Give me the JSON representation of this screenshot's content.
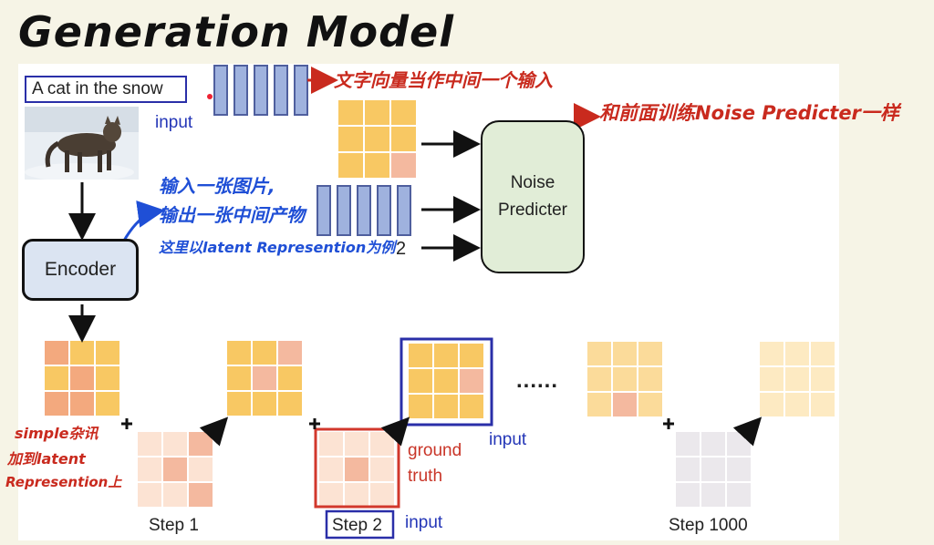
{
  "title": "Generation Model",
  "caption": "A cat in the snow",
  "labels": {
    "input_top": "input",
    "encoder": "Encoder",
    "noise_line1": "Noise",
    "noise_line2": "Predicter",
    "step_num": "2",
    "dots": "......",
    "ground_truth_1": "ground",
    "ground_truth_2": "truth",
    "input_right": "input",
    "step1": "Step 1",
    "step2": "Step 2",
    "input_bottom": "input",
    "step1000": "Step 1000"
  },
  "annotations": {
    "text_vector": "文字向量当作中间一个输入",
    "same_as_before": "和前面训练Noise Predicter一样",
    "enc_line1": "输入一张图片,",
    "enc_line2": "输出一张中间产物",
    "enc_line3": "这里以latent Represention为例",
    "noise_line1": "simple杂讯",
    "noise_line2": "加到latent",
    "noise_line3": "Represention上"
  },
  "colors": {
    "vector_fill": "#9fb2de",
    "vector_stroke": "#4f5f9e",
    "grid_yellow": "#f8c863",
    "grid_pink": "#f4c1a8",
    "annotation_red": "#c92a1e",
    "annotation_blue": "#1f4fd6",
    "box_blue": "#2a2fa8",
    "box_red": "#d2382c"
  }
}
